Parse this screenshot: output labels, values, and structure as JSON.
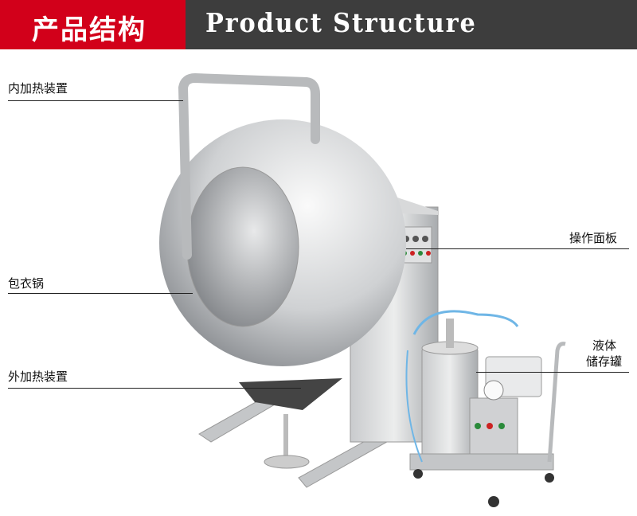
{
  "header": {
    "title_cn": "产品结构",
    "title_en": "Product Structure"
  },
  "labels": {
    "inner_heater": "内加热装置",
    "coating_pan": "包衣锅",
    "outer_heater": "外加热装置",
    "control_panel": "操作面板",
    "liquid_tank_line1": "液体",
    "liquid_tank_line2": "储存罐"
  },
  "colors": {
    "header_red": "#d2001a",
    "header_dark": "#3d3d3d"
  }
}
